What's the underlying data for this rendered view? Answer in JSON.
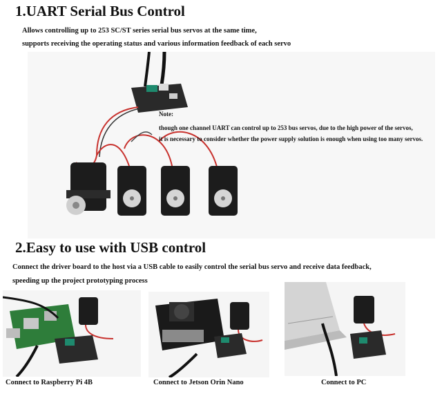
{
  "section1": {
    "title": "1.UART Serial Bus Control",
    "line1": "Allows controlling up to 253 SC/ST series serial bus servos at the same time,",
    "line2": "supports receiving the operating status and various information feedback of each servo",
    "note_label": "Note:",
    "note_line1": "though one channel UART can control up to 253 bus servos, due to the high power of the servos,",
    "note_line2": "it is necessary to consider whether the power supply solution is enough when using too many servos."
  },
  "section2": {
    "title": "2.Easy to use with USB control",
    "line1": "Connect the driver board to the host via a USB cable to easily control the serial bus servo and receive data feedback,",
    "line2": "speeding up the project prototyping process",
    "captions": [
      "Connect to Raspberry Pi 4B",
      "Connect to Jetson Orin Nano",
      "Connect to PC"
    ]
  },
  "colors": {
    "text": "#111111",
    "servo_body": "#1c1c1c",
    "board": "#2a2a2a",
    "wire_red": "#c8322e",
    "photo_bg": "#f2f2f2"
  }
}
